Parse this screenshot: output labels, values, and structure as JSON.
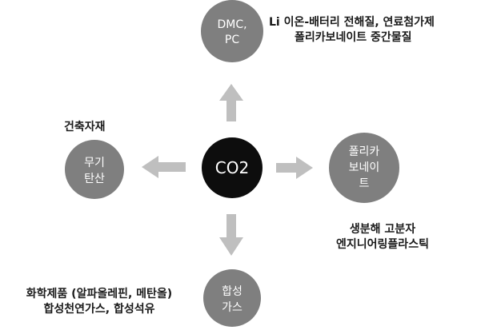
{
  "center": {
    "label": "CO2"
  },
  "nodes": {
    "top": {
      "lines": [
        "DMC,",
        "PC"
      ]
    },
    "right": {
      "lines": [
        "폴리카",
        "보네이",
        "트"
      ]
    },
    "bottom": {
      "lines": [
        "합성",
        "가스"
      ]
    },
    "left": {
      "lines": [
        "무기",
        "탄산"
      ]
    }
  },
  "annotations": {
    "top": [
      "Li 이온-배터리 전해질, 연료첨가제",
      "폴리카보네이트 중간물질"
    ],
    "left": [
      "건축자재"
    ],
    "right": [
      "생분해 고분자",
      "엔지니어링플라스틱"
    ],
    "bottom": [
      "화학제품 (알파올레핀, 메탄올)",
      "합성천연가스, 합성석유"
    ]
  },
  "colors": {
    "center_fill": "#0d0d0d",
    "node_fill": "#7f7f7f",
    "arrow_fill": "#bfbfbf"
  }
}
